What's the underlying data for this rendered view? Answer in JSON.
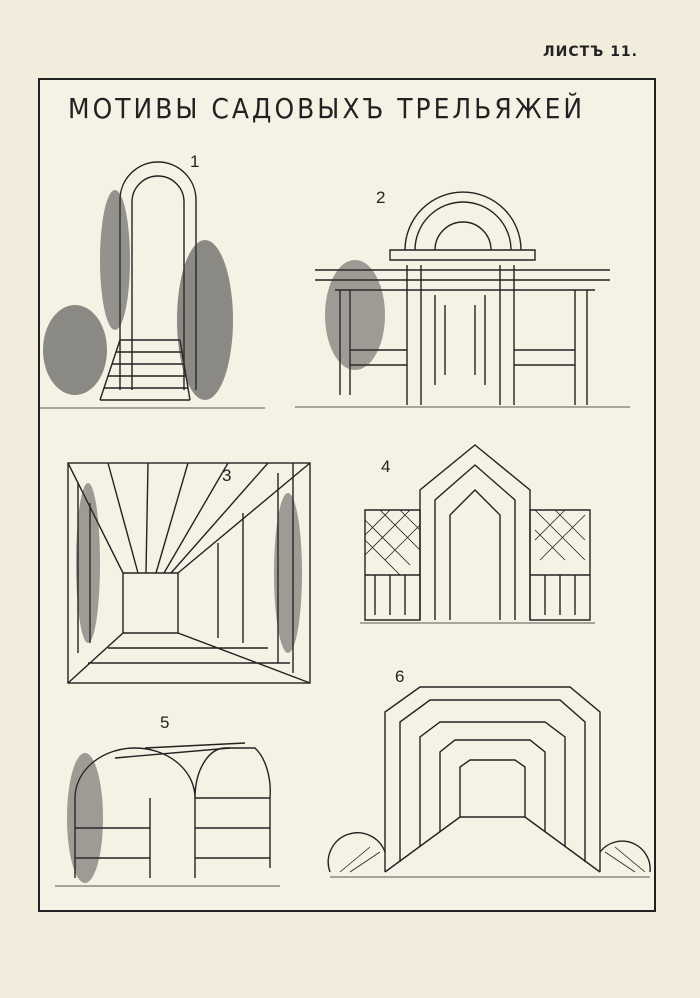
{
  "sheet_label": "ЛИСТЪ 11.",
  "title": "МОТИВЫ САДОВЫХЪ ТРЕЛЬЯЖЕЙ",
  "figures": [
    {
      "number": "1"
    },
    {
      "number": "2"
    },
    {
      "number": "3"
    },
    {
      "number": "4"
    },
    {
      "number": "5"
    },
    {
      "number": "6"
    }
  ]
}
